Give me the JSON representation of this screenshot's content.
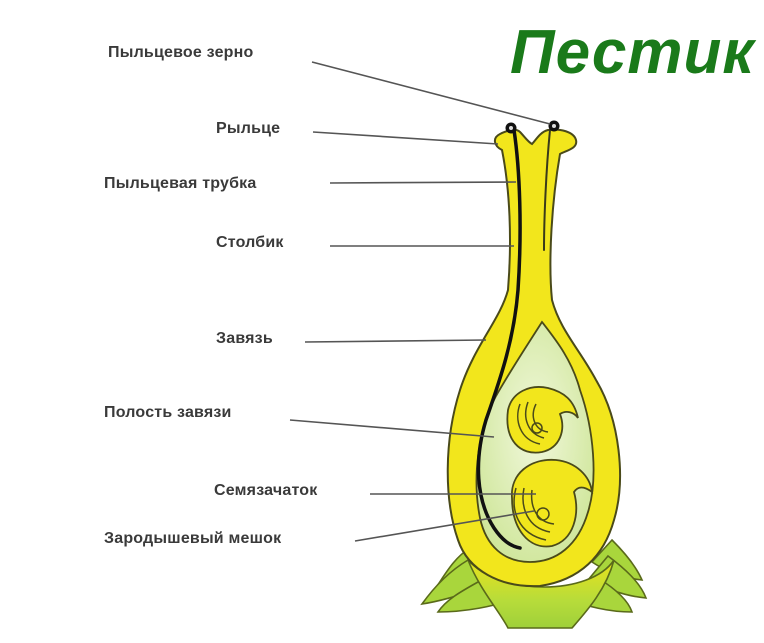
{
  "title": "Пестик",
  "colors": {
    "title": "#1a7a1a",
    "pistil_fill": "#f2e61c",
    "cavity_fill": "#dcefb0",
    "base_fill": "#a6d63a",
    "outline": "#4a4a1a",
    "label_text": "#3a3a3a",
    "leader_line": "#555555"
  },
  "labels": [
    {
      "id": "pollen_grain",
      "text": "Пыльцевое зерно"
    },
    {
      "id": "stigma",
      "text": "Рыльце"
    },
    {
      "id": "pollen_tube",
      "text": "Пыльцевая трубка"
    },
    {
      "id": "style",
      "text": "Столбик"
    },
    {
      "id": "ovary",
      "text": "Завязь"
    },
    {
      "id": "ovary_cavity",
      "text": "Полость завязи"
    },
    {
      "id": "ovule",
      "text": "Семязачаток"
    },
    {
      "id": "embryo_sac",
      "text": "Зародышевый мешок"
    }
  ]
}
